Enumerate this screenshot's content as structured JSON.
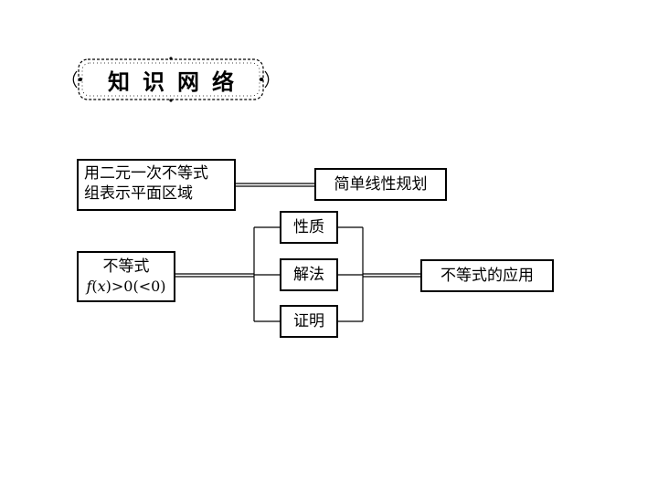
{
  "title": "知识网络",
  "nodes": {
    "linear_ineq_region": {
      "line1": "用二元一次不等式",
      "line2": "组表示平面区域"
    },
    "linear_programming": "简单线性规划",
    "inequality": {
      "label": "不等式",
      "formula_f": "f",
      "formula_open": "(",
      "formula_x": "x",
      "formula_close": ")>0(<0)"
    },
    "properties": "性质",
    "solution": "解法",
    "proof": "证明",
    "application": "不等式的应用"
  },
  "edges": [
    [
      "linear_ineq_region",
      "linear_programming"
    ],
    [
      "inequality",
      "properties"
    ],
    [
      "inequality",
      "solution"
    ],
    [
      "inequality",
      "proof"
    ],
    [
      "properties",
      "application"
    ],
    [
      "solution",
      "application"
    ],
    [
      "proof",
      "application"
    ]
  ]
}
